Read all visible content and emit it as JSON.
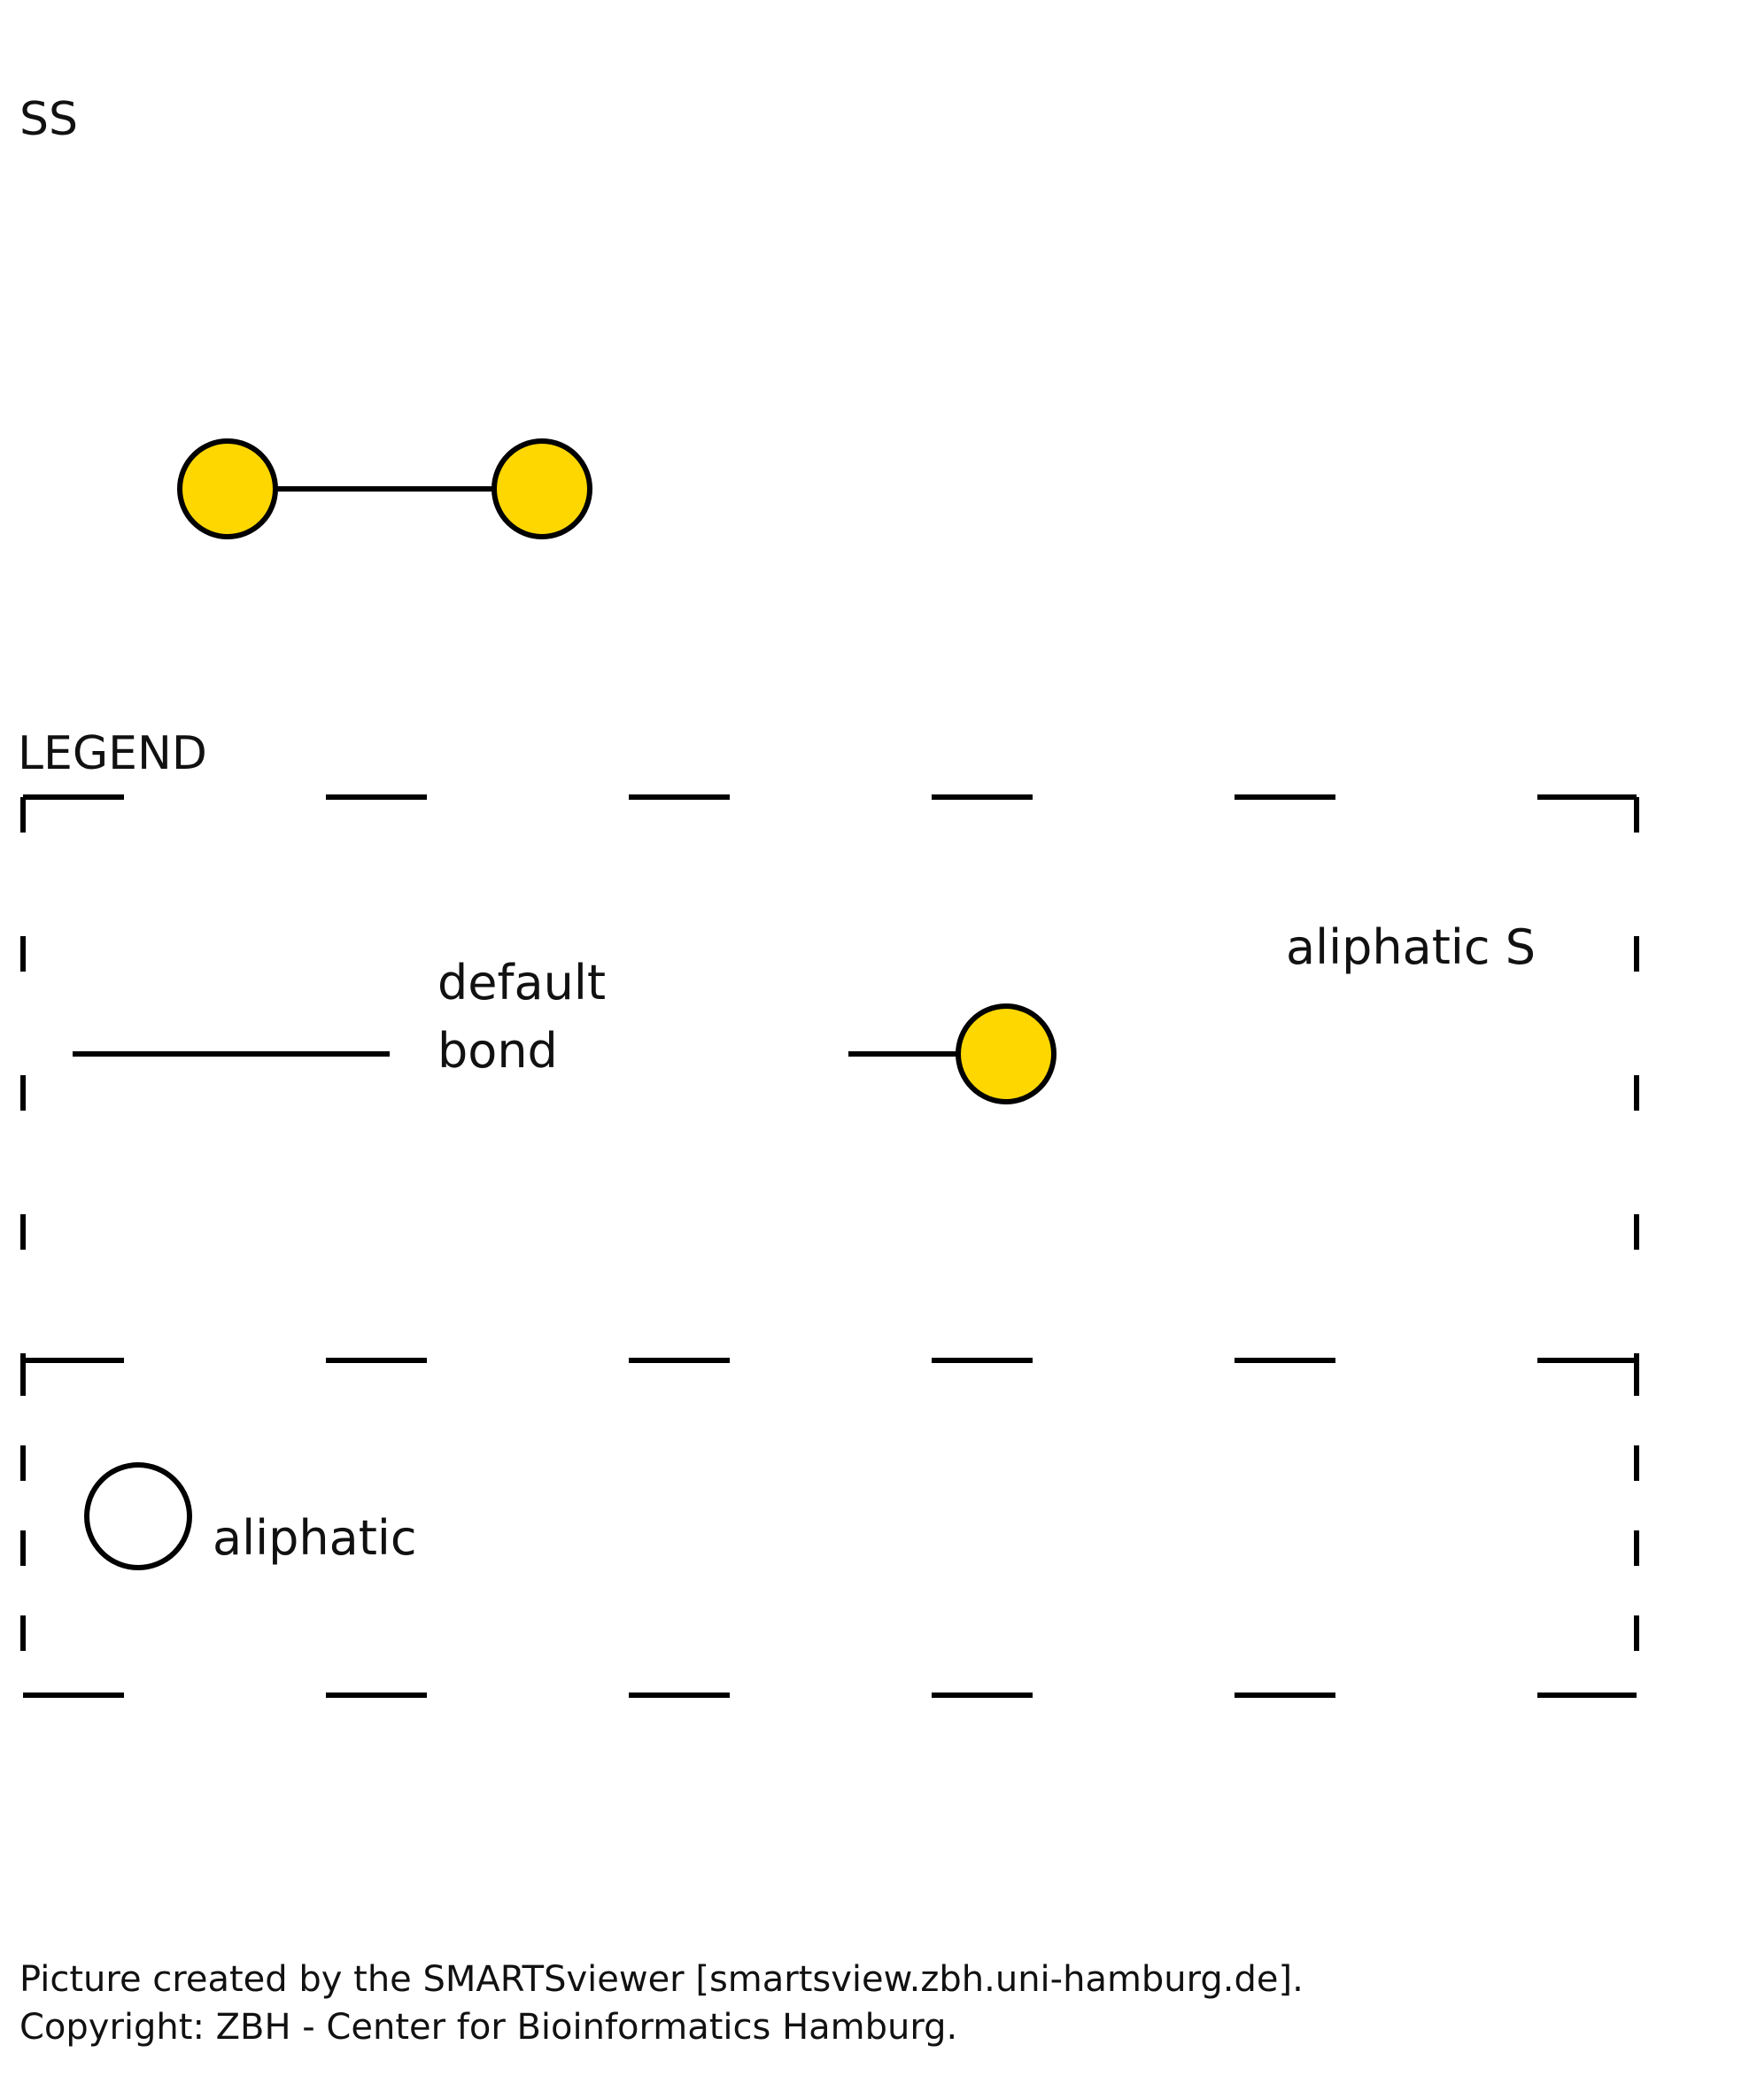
{
  "title": "SS",
  "colors": {
    "sulfur_fill": "#FFD700",
    "stroke": "#000000",
    "background": "#FFFFFF"
  },
  "molecule": {
    "atoms": [
      {
        "element": "S",
        "type": "aliphatic"
      },
      {
        "element": "S",
        "type": "aliphatic"
      }
    ],
    "bonds": [
      {
        "from": 0,
        "to": 1,
        "type": "default bond"
      }
    ]
  },
  "legend": {
    "heading": "LEGEND",
    "bond_label_line1": "default",
    "bond_label_line2": "bond",
    "atom_label": "aliphatic S",
    "aliphatic_label": "aliphatic"
  },
  "footer": {
    "line1": "Picture created by the SMARTSviewer [smartsview.zbh.uni-hamburg.de].",
    "line2": "Copyright: ZBH - Center for Bioinformatics Hamburg."
  }
}
